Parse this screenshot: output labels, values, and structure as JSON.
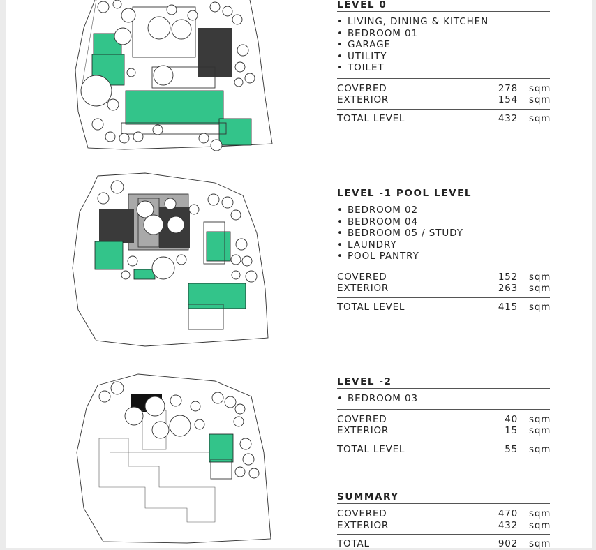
{
  "levels": [
    {
      "title": "LEVEL 0",
      "rooms": [
        "LIVING, DINING & KITCHEN",
        "BEDROOM 01",
        "GARAGE",
        "UTILITY",
        "TOILET"
      ],
      "covered_label": "COVERED",
      "covered_value": "278",
      "exterior_label": "EXTERIOR",
      "exterior_value": "154",
      "total_label": "TOTAL LEVEL",
      "total_value": "432",
      "unit": "sqm"
    },
    {
      "title": "LEVEL -1 POOL LEVEL",
      "rooms": [
        "BEDROOM 02",
        "BEDROOM 04",
        "BEDROOM 05 / STUDY",
        "LAUNDRY",
        "POOL PANTRY"
      ],
      "covered_label": "COVERED",
      "covered_value": "152",
      "exterior_label": "EXTERIOR",
      "exterior_value": "263",
      "total_label": "TOTAL LEVEL",
      "total_value": "415",
      "unit": "sqm"
    },
    {
      "title": "LEVEL -2",
      "rooms": [
        "BEDROOM 03"
      ],
      "covered_label": "COVERED",
      "covered_value": "40",
      "exterior_label": "EXTERIOR",
      "exterior_value": "15",
      "total_label": "TOTAL LEVEL",
      "total_value": "55",
      "unit": "sqm"
    }
  ],
  "summary": {
    "title": "SUMMARY",
    "covered_label": "COVERED",
    "covered_value": "470",
    "exterior_label": "EXTERIOR",
    "exterior_value": "432",
    "total_label": "TOTAL",
    "total_value": "902",
    "unit": "sqm"
  },
  "colors": {
    "highlight": "#33c48a",
    "rule": "#555555",
    "text": "#222222"
  }
}
